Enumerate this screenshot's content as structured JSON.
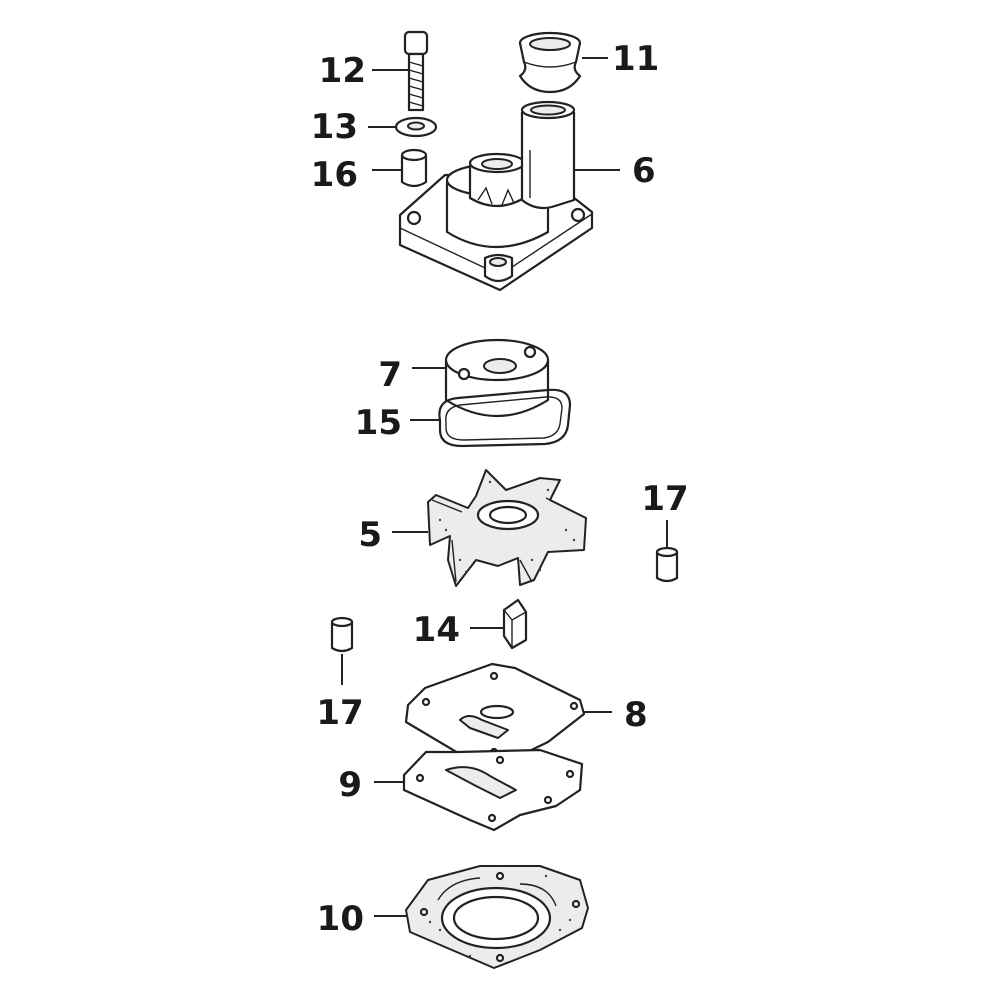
{
  "callouts": [
    {
      "id": "12",
      "label": "12"
    },
    {
      "id": "11",
      "label": "11"
    },
    {
      "id": "13",
      "label": "13"
    },
    {
      "id": "16",
      "label": "16"
    },
    {
      "id": "6",
      "label": "6"
    },
    {
      "id": "7",
      "label": "7"
    },
    {
      "id": "15",
      "label": "15"
    },
    {
      "id": "17a",
      "label": "17"
    },
    {
      "id": "5",
      "label": "5"
    },
    {
      "id": "14",
      "label": "14"
    },
    {
      "id": "17b",
      "label": "17"
    },
    {
      "id": "8",
      "label": "8"
    },
    {
      "id": "9",
      "label": "9"
    },
    {
      "id": "10",
      "label": "10"
    }
  ]
}
